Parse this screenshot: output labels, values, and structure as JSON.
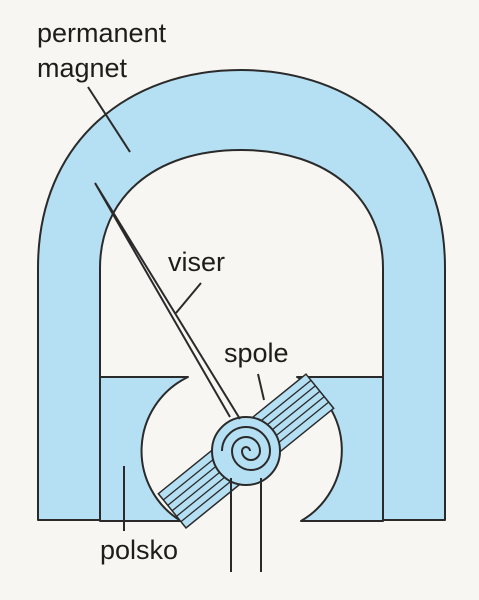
{
  "labels": {
    "magnet_line1": "permanent",
    "magnet_line2": "magnet",
    "pointer": "viser",
    "coil": "spole",
    "pole_piece": "polsko"
  },
  "colors": {
    "magnet_fill": "#b5dff2",
    "outline": "#2a2a2a",
    "background": "#f7f6f2",
    "text": "#1d1d1b"
  }
}
